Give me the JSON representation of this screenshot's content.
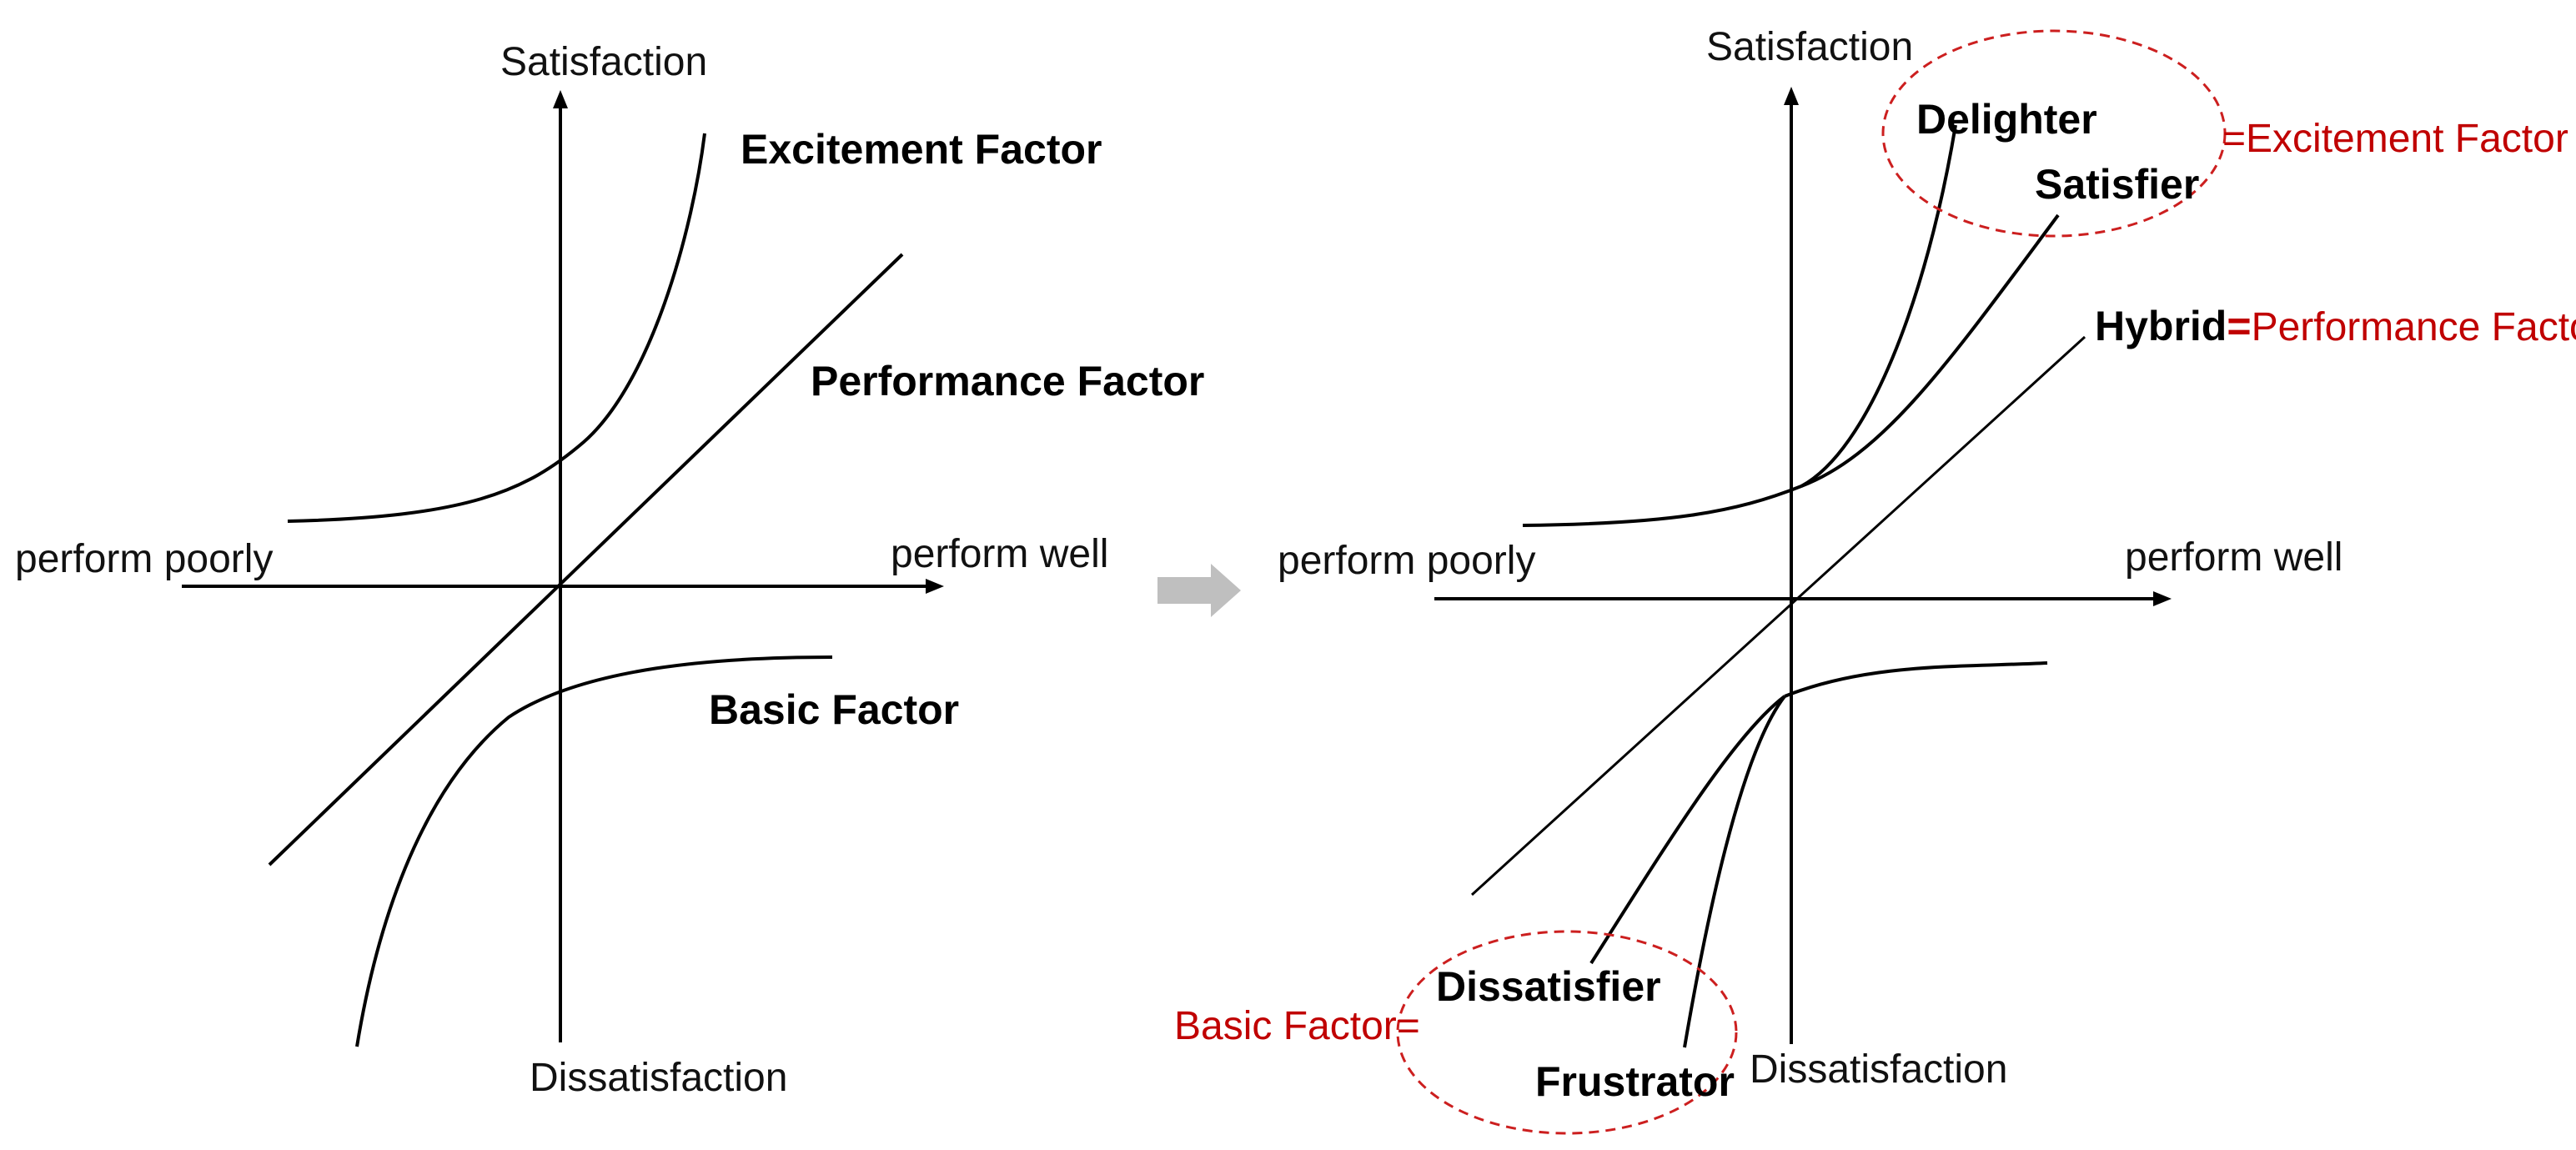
{
  "left": {
    "y_top_label": "Satisfaction",
    "y_bottom_label": "Dissatisfaction",
    "x_left_label": "perform poorly",
    "x_right_label": "perform well",
    "excitement": "Excitement Factor",
    "performance": "Performance Factor",
    "basic": "Basic Factor"
  },
  "right": {
    "y_top_label": "Satisfaction",
    "y_bottom_label": "Dissatisfaction",
    "x_left_label": "perform poorly",
    "x_right_label": "perform well",
    "delighter": "Delighter",
    "satisfier": "Satisfier",
    "excitement_eq": "=Excitement Factor",
    "hybrid": "Hybrid",
    "equals": "=",
    "performance_eq": "Performance Factor",
    "dissatisfier": "Dissatisfier",
    "frustrator": "Frustrator",
    "basic_eq": "Basic Factor="
  },
  "colors": {
    "accent_red": "#c00000",
    "arrow_gray": "#bfbfbf"
  }
}
